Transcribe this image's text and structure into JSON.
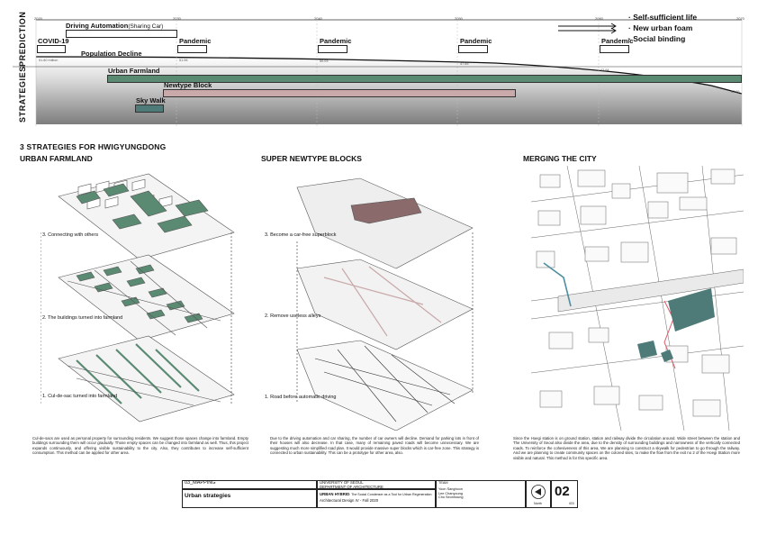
{
  "timeline": {
    "side_labels": [
      "PREDICTION",
      "STRATEGIES"
    ],
    "years": [
      "2020",
      "2030",
      "2040",
      "2050",
      "2060",
      "2070"
    ],
    "events": {
      "covid": "COVID-19",
      "driving_automation": "Driving Automation",
      "sharing_car": "(Sharing Car)",
      "population_decline": "Population Decline",
      "pandemic": "Pandemic"
    },
    "population_values": [
      "51.80 million",
      "51.06",
      "50.03",
      "47.65",
      "43.94",
      "37.95"
    ],
    "strategies": {
      "urban_farmland": "Urban Farmland",
      "newtype_block": "Newtype Block",
      "sky_walk": "Sky Walk"
    },
    "legend": [
      "Self-sufficient life",
      "New urban foam",
      "Social binding"
    ],
    "colors": {
      "farmland": "#5b8a73",
      "newtype": "#c9a9aa",
      "skywalk": "#4e7a78"
    }
  },
  "section_title": "3 STRATEGIES FOR HWIGYUNGDONG",
  "columns": [
    {
      "title": "URBAN FARMLAND",
      "steps": [
        "3. Connecting with others",
        "2. The buildings turned into farmland",
        "1. Cul-de-sac turned into farmland"
      ],
      "description": "Cul-de-sacs are used as personal property for surrounding residents. We suggest those spaces change into farmland. Empty buildings surrounding them will occur gradually. Those empty spaces can be changed into farmland as well. Thus, this project expands continuously, and offering visible sustainability to the city. Also, they contributes to increase self-sufficient consumption. This method can be applied for other area."
    },
    {
      "title": "SUPER NEWTYPE BLOCKS",
      "steps": [
        "3. Become a car-free superblock",
        "2. Remove useless alleys",
        "1. Road before automatic driving"
      ],
      "description": "Due to the driving automation and car sharing, the number of car owners will decline. Demand for parking lots in front of their houses will also decrease. In that case, many of remaining paved roads will become unnecessary. We are suggesting much more simplified road plan. It would provide massive super blocks which is car-free zone. This strategy is connected to urban sustainability. This can be a prototype for other area, also."
    },
    {
      "title": "MERGING THE CITY",
      "steps": [],
      "description": "Since the Hoegi station is on ground station, station and railway divide the circulation around. Wide street between the station and The University of Seoul also divide the area, due to the density of surrounding buildings and narrowness of the vertically connected roads. To reinforce the cohesiveness of this area, We are planning to construct a skywalk for pedestrian to go through the railway. And we are planning to create community spaces on the colored sites, to make the flow from the exit no 2 of the Hoegi Station more visible and natural. This method is for this specific area."
    }
  ],
  "title_block": {
    "sheet_code": "03_MAPPING",
    "sheet_title": "Urban strategies",
    "university": "UNIVERSITY OF SEOUL",
    "department": "DEPARTMENT OF ARCHITECTURE",
    "project_bold": "URBAN HYBRID",
    "project_sub": ": The Social Condenser as a Tool for Urban Regeneration",
    "course": "Architectural Design IV - Fall 2020",
    "team_label": "TEAM",
    "members": [
      "Yoon Sanghoon",
      "Lee Chanyoung",
      "Cho Seonhoung"
    ],
    "north": "North",
    "sheet_number": "02",
    "sheet_total": "/03"
  }
}
